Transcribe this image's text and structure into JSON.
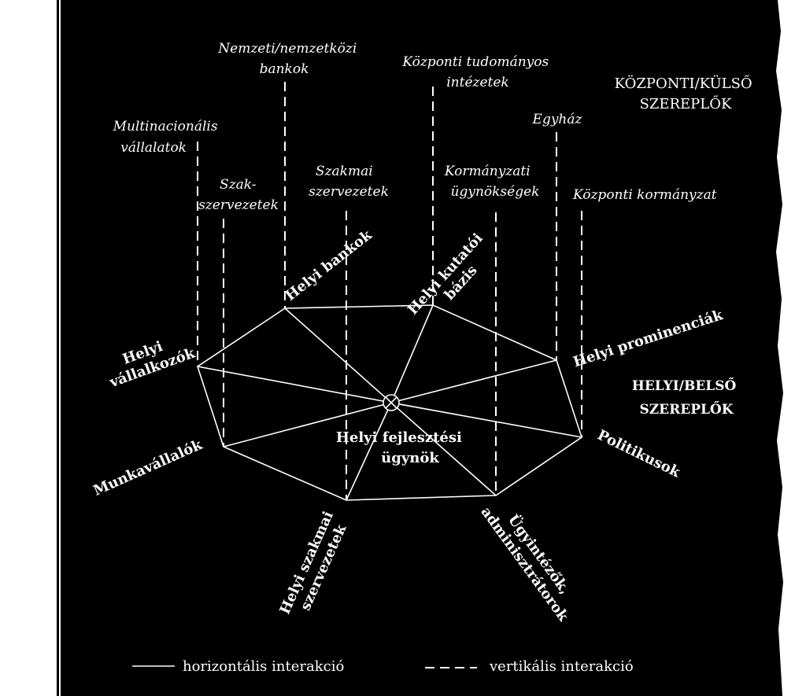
{
  "external": {
    "multinational": [
      "Multinacionális",
      "vállalatok"
    ],
    "national_banks": [
      "Nemzeti/nemzetközi",
      "bankok"
    ],
    "central_research": [
      "Központi tudományos",
      "intézetek"
    ],
    "church": "Egyház",
    "prof_orgs": [
      "Szak-",
      "szervezetek"
    ],
    "trade_orgs": [
      "Szakmai",
      "szervezetek"
    ],
    "gov_agencies": [
      "Kormányzati",
      "ügynökségek"
    ],
    "central_gov": "Központi kormányzat"
  },
  "local": {
    "banks": "Helyi bankok",
    "research": [
      "Helyi kutatói",
      "bázis"
    ],
    "entrepreneurs": [
      "Helyi",
      "vállalkozók"
    ],
    "prominents": "Helyi prominenciák",
    "workers": "Munkavállalók",
    "politicians": "Politikusok",
    "prof_orgs": [
      "Helyi szakmai",
      "szervezetek"
    ],
    "administrators": [
      "Ügyintézők,",
      "adminisztrátorok"
    ],
    "agent": [
      "Helyi fejlesztési",
      "ügynök"
    ]
  },
  "sections": {
    "external": [
      "KÖZPONTI/KÜLSŐ",
      "SZEREPLŐK"
    ],
    "internal": [
      "HELYI/BELSŐ",
      "SZEREPLŐK"
    ]
  },
  "legend": {
    "horizontal": "horizontális interakció",
    "vertical": "vertikális interakció"
  },
  "colors": {
    "background": "#000000",
    "foreground": "#ffffff"
  }
}
